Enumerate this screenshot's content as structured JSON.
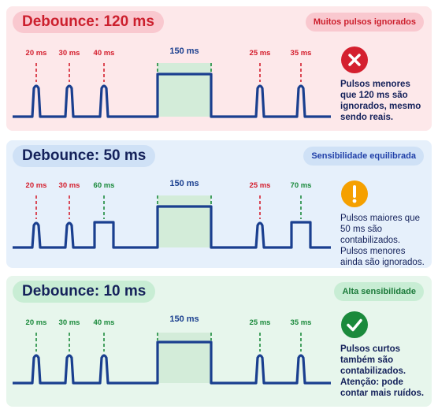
{
  "colors": {
    "signal": "#1a3f8f",
    "highlight": "#d3ecd9",
    "red": "#d4202f",
    "green": "#1b8a3c",
    "orange": "#f5a000"
  },
  "panels": [
    {
      "id": "red",
      "title": "Debounce: 120 ms",
      "badge": "Muitos pulsos ignorados",
      "icon": "x-circle-icon",
      "description": "Pulsos menores que 120 ms são ignorados, mesmo sendo reais.",
      "long_pulse_label": "150 ms",
      "pulses": [
        {
          "label": "20 ms",
          "accepted": false,
          "kind": "spike"
        },
        {
          "label": "30 ms",
          "accepted": false,
          "kind": "spike"
        },
        {
          "label": "40 ms",
          "accepted": false,
          "kind": "spike"
        },
        {
          "label": "25 ms",
          "accepted": false,
          "kind": "spike"
        },
        {
          "label": "35 ms",
          "accepted": false,
          "kind": "spike"
        }
      ]
    },
    {
      "id": "blue",
      "title": "Debounce: 50 ms",
      "badge": "Sensibilidade equilibrada",
      "icon": "warning-exclamation-icon",
      "description": "Pulsos maiores que 50 ms são contabilizados. Pulsos menores ainda são ignorados.",
      "long_pulse_label": "150 ms",
      "pulses": [
        {
          "label": "20 ms",
          "accepted": false,
          "kind": "spike"
        },
        {
          "label": "30 ms",
          "accepted": false,
          "kind": "spike"
        },
        {
          "label": "60 ms",
          "accepted": true,
          "kind": "box"
        },
        {
          "label": "25 ms",
          "accepted": false,
          "kind": "spike"
        },
        {
          "label": "70 ms",
          "accepted": true,
          "kind": "box"
        }
      ]
    },
    {
      "id": "green",
      "title": "Debounce: 10 ms",
      "badge": "Alta sensibilidade",
      "icon": "check-circle-icon",
      "description": "Pulsos curtos também são contabilizados. Atenção: pode contar mais ruídos.",
      "long_pulse_label": "150 ms",
      "pulses": [
        {
          "label": "20 ms",
          "accepted": true,
          "kind": "spike"
        },
        {
          "label": "30 ms",
          "accepted": true,
          "kind": "spike"
        },
        {
          "label": "40 ms",
          "accepted": true,
          "kind": "spike"
        },
        {
          "label": "25 ms",
          "accepted": true,
          "kind": "spike"
        },
        {
          "label": "35 ms",
          "accepted": true,
          "kind": "spike"
        }
      ]
    }
  ]
}
